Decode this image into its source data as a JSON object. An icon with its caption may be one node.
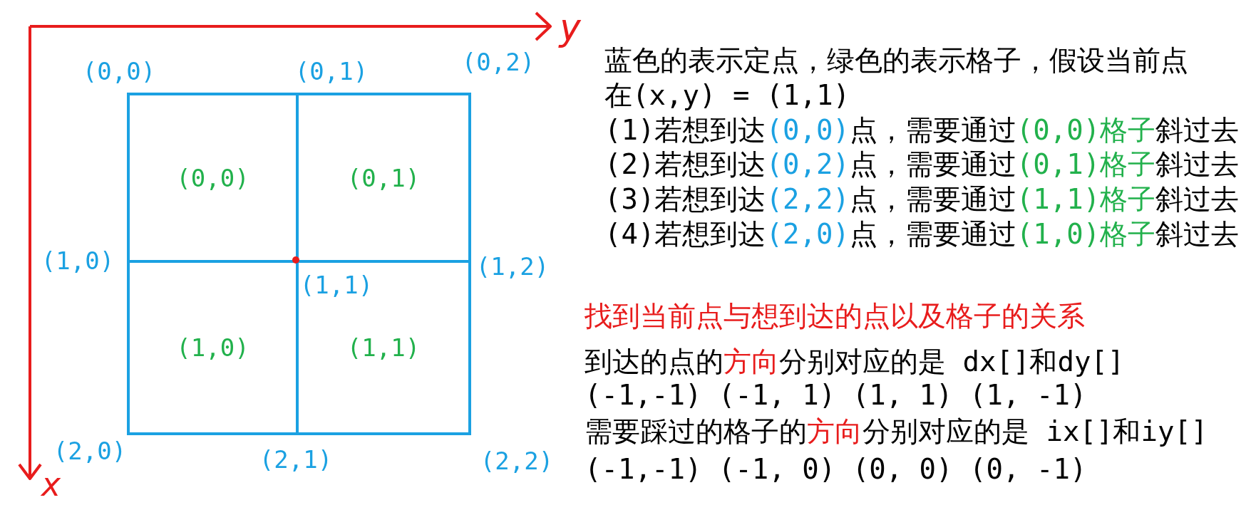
{
  "diagram": {
    "nodes": [
      {
        "text": [
          "(0,0)"
        ]
      },
      {
        "text": [
          "(0,1)"
        ]
      },
      {
        "text": [
          "(1,0)"
        ]
      },
      {
        "text": [
          "(1,1)"
        ]
      }
    ],
    "labels": [
      "y",
      "(0,0)",
      "(0,1)",
      "(0,2)",
      "(1,0)",
      "(1,1)",
      "(1,2)",
      "(2,0)",
      "(2,1)",
      "(2,2)",
      "x",
      "蓝色的表示定点，绿色的表示格子，假设当前点在(x,y) = (1,1)",
      "(1)若想到达(0,0)点，需要通过(0,0)格子斜过去",
      "(2)若想到达(0,2)点，需要通过(0,1)格子斜过去",
      "(3)若想到达(2,2)点，需要通过(1,1)格子斜过去",
      "(4)若想到达(2,0)点，需要通过(1,0)格子斜过去",
      "找到当前点与想到达的点以及格子的关系",
      "到达的点的方向分别对应的是  dx[]和dy[]",
      "(-1,-1) (-1, 1) (1, 1) (1, -1)",
      "需要踩过的格子的方向分别对应的是 ix[]和iy[]",
      "(-1,-1) (-1, 0) (0, 0) (0, -1)"
    ]
  }
}
